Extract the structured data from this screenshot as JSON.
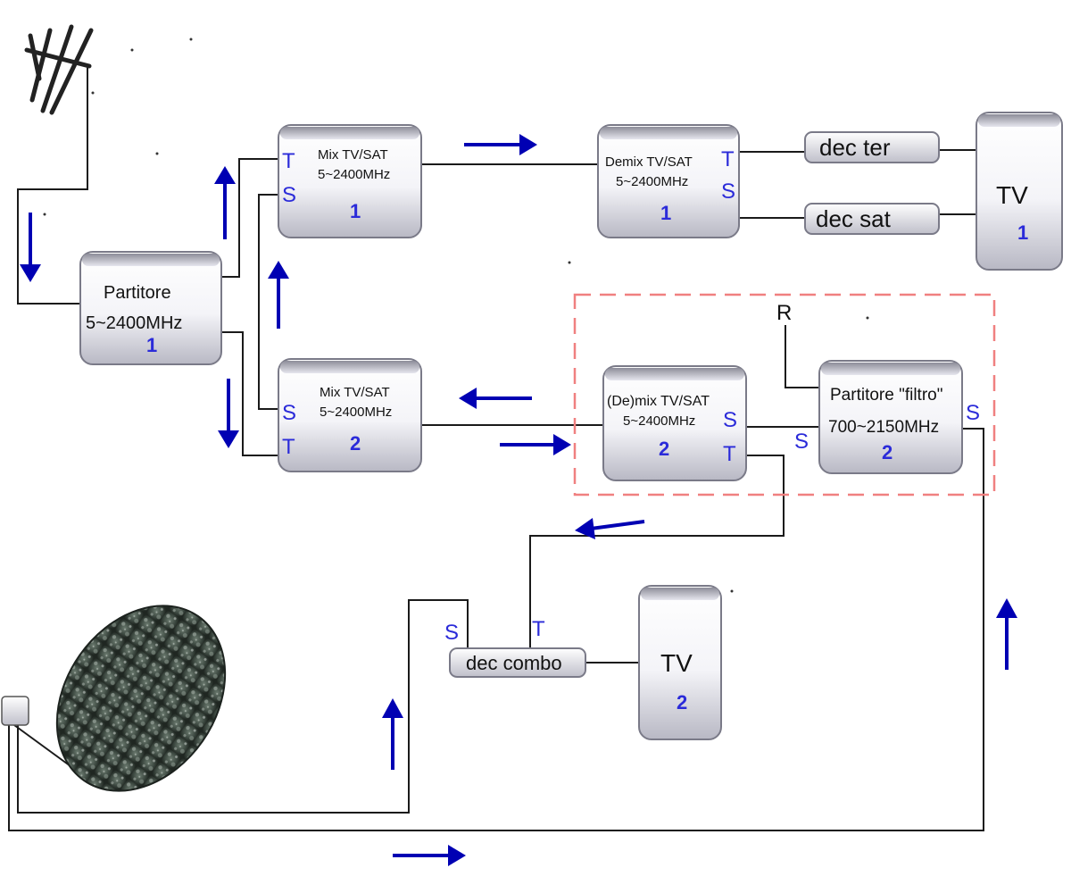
{
  "colors": {
    "wire": "#1a1a1a",
    "arrow": "#0000b3",
    "port_label": "#2b2bd9",
    "number_label": "#2b2bd9",
    "box_fill_light": "#ffffff",
    "box_fill_dark": "#b8b8c4",
    "dashed_border": "#f08080"
  },
  "icons": {
    "antenna": "terrestrial-antenna-icon",
    "dish": "satellite-dish-icon",
    "lnb": "lnb-icon"
  },
  "boxes": {
    "partitore1": {
      "title": "Partitore",
      "freq": "5~2400MHz",
      "number": "1"
    },
    "mix1": {
      "title": "Mix TV/SAT",
      "freq": "5~2400MHz",
      "number": "1",
      "port_t": "T",
      "port_s": "S"
    },
    "mix2": {
      "title": "Mix TV/SAT",
      "freq": "5~2400MHz",
      "number": "2",
      "port_s": "S",
      "port_t": "T"
    },
    "demix1": {
      "title": "Demix TV/SAT",
      "freq": "5~2400MHz",
      "number": "1",
      "port_t": "T",
      "port_s": "S"
    },
    "demix2": {
      "title": "(De)mix TV/SAT",
      "freq": "5~2400MHz",
      "number": "2",
      "port_s": "S",
      "port_t": "T"
    },
    "partitore2": {
      "title": "Partitore \"filtro\"",
      "freq": "700~2150MHz",
      "number": "2",
      "port_r": "R",
      "port_s_in": "S",
      "port_s_out": "S"
    },
    "dec_ter": {
      "label": "dec ter"
    },
    "dec_sat": {
      "label": "dec sat"
    },
    "dec_combo": {
      "label": "dec combo",
      "port_s": "S",
      "port_t": "T"
    },
    "tv1": {
      "label": "TV",
      "number": "1"
    },
    "tv2": {
      "label": "TV",
      "number": "2"
    }
  }
}
